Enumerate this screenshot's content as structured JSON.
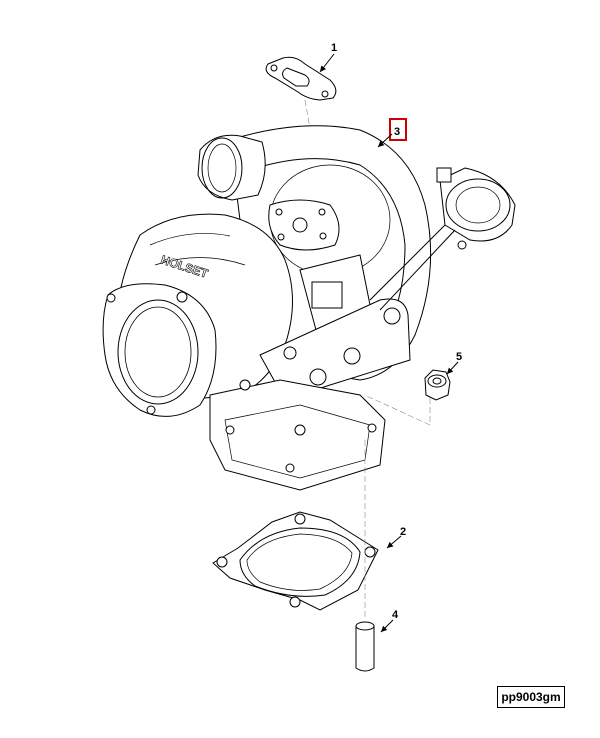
{
  "callouts": [
    {
      "id": "1",
      "label": "1",
      "highlighted": false
    },
    {
      "id": "2",
      "label": "2",
      "highlighted": false
    },
    {
      "id": "3",
      "label": "3",
      "highlighted": true
    },
    {
      "id": "4",
      "label": "4",
      "highlighted": false
    },
    {
      "id": "5",
      "label": "5",
      "highlighted": false
    }
  ],
  "housing_marking": "HOLSET",
  "drawing_id": "pp9003gm",
  "colors": {
    "line": "#000000",
    "highlight": "#d00000",
    "background": "#ffffff"
  }
}
